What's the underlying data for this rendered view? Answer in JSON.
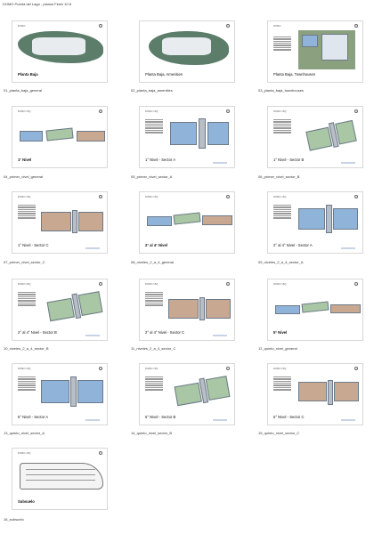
{
  "header": {
    "title": "DOMO Puerta del Lago - planos Fenix 10.8"
  },
  "thumbs": [
    {
      "brand": "DOMO",
      "title": "Planta Baja",
      "title_bold": "Planta Baja",
      "caption": "01_planta_baja_general"
    },
    {
      "brand": "",
      "title": "Planta Baja, Amenities",
      "caption": "02_planta_baja_amenities"
    },
    {
      "brand": "DOMO",
      "title": "Planta Baja, Townhouses",
      "caption": "03_planta_baja_townhouses"
    },
    {
      "brand": "DOMO 15Q",
      "title": "1° Nivel",
      "caption": "04_primer_nivel_general"
    },
    {
      "brand": "DOMO 15Q",
      "title": "1° Nivel - Sector A",
      "caption": "05_primer_nivel_sector_A"
    },
    {
      "brand": "DOMO 15Q",
      "title": "1° Nivel - Sector B",
      "caption": "06_primer_nivel_sector_B"
    },
    {
      "brand": "DOMO 15Q",
      "title": "1° Nivel - Sector C",
      "caption": "07_primer_nivel_sector_C"
    },
    {
      "brand": "DOMO 15Q",
      "title": "2° al 4° Nivel",
      "caption": "08_niveles_2_a_4_general"
    },
    {
      "brand": "DOMO 15Q",
      "title": "2° al 4° Nivel - Sector A",
      "caption": "09_niveles_2_a_4_sector_A"
    },
    {
      "brand": "DOMO 15Q",
      "title": "2° al 4° Nivel - Sector B",
      "caption": "10_niveles_2_a_4_sector_B"
    },
    {
      "brand": "DOMO 15Q",
      "title": "2° al 4° Nivel - Sector C",
      "caption": "11_niveles_2_a_4_sector_C"
    },
    {
      "brand": "DOMO 15Q",
      "title": "5° Nivel",
      "caption": "12_quinto_nivel_general"
    },
    {
      "brand": "DOMO 15Q",
      "title": "5° Nivel - Sector A",
      "caption": "13_quinto_nivel_sector_A"
    },
    {
      "brand": "DOMO 15Q",
      "title": "5° Nivel - Sector B",
      "caption": "14_quinto_nivel_sector_B"
    },
    {
      "brand": "DOMO 15Q",
      "title": "5° Nivel - Sector C",
      "caption": "15_quinto_nivel_sector_C"
    },
    {
      "brand": "DOMO 15Q",
      "title": "Subsuelo",
      "caption": "16_subsuelo"
    }
  ]
}
